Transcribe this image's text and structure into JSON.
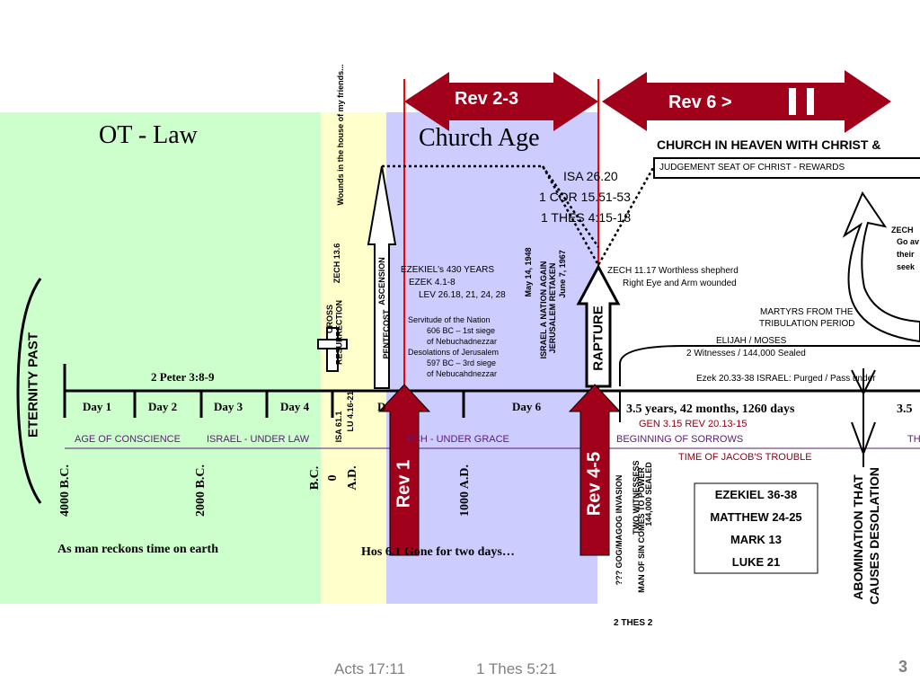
{
  "colors": {
    "green_band": "#ccffcc",
    "yellow_band": "#ffffcc",
    "blue_band": "#ccccff",
    "red_arrow": "#a0001a",
    "red_line": "#ff0000",
    "purple_text": "#5a1a7a"
  },
  "bands": {
    "ot_law": "OT - Law",
    "church_age": "Church Age"
  },
  "top_arrows": {
    "rev23": "Rev  2-3",
    "rev6": "Rev 6 >"
  },
  "church_heaven": {
    "title": "CHURCH IN HEAVEN WITH CHRIST &",
    "judgement": "JUDGEMENT SEAT OF CHRIST - REWARDS"
  },
  "verses_top": [
    "ISA 26.20",
    "1 COR 15.51-53",
    "1 THES 4:15-18"
  ],
  "ezekiel": {
    "l1": "EZEKIEL's 430 YEARS",
    "l2": "EZEK 4.1-8",
    "l3": "LEV 26.18, 21, 24, 28"
  },
  "servitude": [
    "Servitude of the Nation",
    "606 BC – 1st siege",
    "of Nebuchadnezzar",
    "Desolations of Jerusalem",
    "597 BC – 3rd siege",
    "of Nebucahdnezzar"
  ],
  "israel_nation": [
    "May 14, 1948",
    "ISRAEL A NATION AGAIN",
    "JERUSALEM RETAKEN",
    "June 7, 1967"
  ],
  "zech1117": [
    "ZECH 11.17 Worthless shepherd",
    "Right Eye and Arm wounded"
  ],
  "martyrs": [
    "MARTYRS FROM THE",
    "TRIBULATION PERIOD"
  ],
  "elijah": [
    "ELIJAH / MOSES",
    "2 Witnesses / 144,000 Sealed"
  ],
  "ezek2033": "Ezek 20.33-38   ISRAEL:  Purged / Pass under",
  "zech_right": [
    "ZECH",
    "Go av",
    "their",
    "seek"
  ],
  "wounds": "Wounds in the house of my friends...",
  "zech136": "ZECH 13.6",
  "cross": "CROSS",
  "resurrection": "RESURRECTION",
  "ascension": "ASCENSION",
  "pentecost": "PENTECOST",
  "rapture": "RAPTURE",
  "peter": "2 Peter 3:8-9",
  "eternity_past": "ETERNITY PAST",
  "days": [
    "Day 1",
    "Day 2",
    "Day 3",
    "Day 4",
    "D",
    "Day 6"
  ],
  "tribulation_years": "3.5 years, 42 months, 1260 days",
  "tribulation_right": "3.5",
  "gen315": "GEN 3.15    REV 20.13-15",
  "ages": {
    "conscience": "AGE OF CONSCIENCE",
    "israel": "ISRAEL - UNDER LAW",
    "church": "RCH - UNDER GRACE",
    "sorrows": "BEGINNING OF SORROWS",
    "th": "TH"
  },
  "jacobs_trouble": "TIME OF JACOB'S TROUBLE",
  "isa611": [
    "ISA 61.1",
    "LU 4.16-21"
  ],
  "dates": {
    "bc4000": "4000 B.C.",
    "bc2000": "2000 B.C.",
    "bc0": "B.C.",
    "zero": "0",
    "ad0": "A.D.",
    "ad1000": "1000 A.D."
  },
  "red_arrows_bottom": {
    "rev1": "Rev 1",
    "rev45": "Rev 4-5"
  },
  "gog": [
    "??? GOG/MAGOG INVASION",
    "MAN OF SIN COMES TO POWER",
    "TWO WITNESSESS",
    "144,000 SEALED"
  ],
  "thes2": "2 THES 2",
  "refs_box": [
    "EZEKIEL 36-38",
    "MATTHEW 24-25",
    "MARK 13",
    "LUKE 21"
  ],
  "abomination": [
    "ABOMINATION THAT",
    "CAUSES DESOLATION"
  ],
  "man_reckons": "As man reckons time on earth",
  "hos": "Hos 6.1   Gone for two days…",
  "footer": {
    "acts": "Acts 17:11",
    "thes": "1 Thes 5:21",
    "page": "3"
  }
}
